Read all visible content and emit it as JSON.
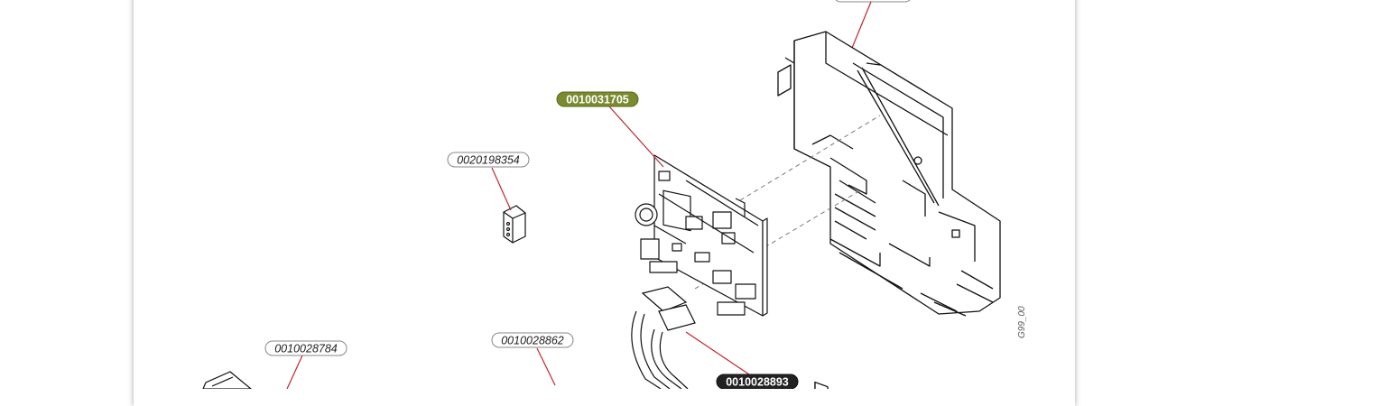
{
  "diagram": {
    "parts": {
      "top": "",
      "pcb": "0010031705",
      "plug": "0020198354",
      "left_bottom": "0010028784",
      "cable_left": "0010028862",
      "cable_bundle": "0010028893"
    },
    "drawing_code": "G99_00",
    "colors": {
      "highlight_fill": "#7a8a2e",
      "dark_fill": "#222222",
      "leader_line": "#c0272d",
      "outline": "#111111"
    }
  }
}
